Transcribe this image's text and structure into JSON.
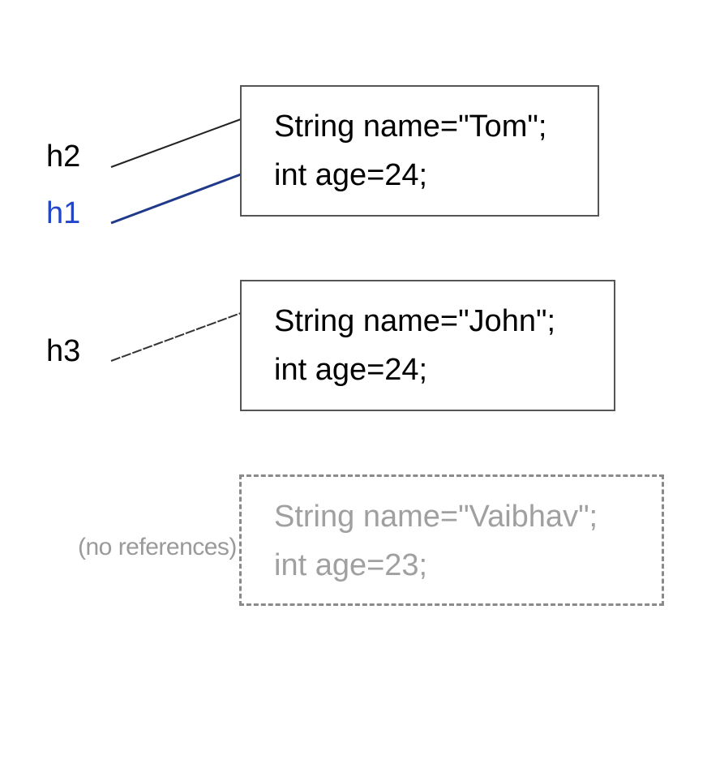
{
  "references": {
    "h2": "h2",
    "h1": "h1",
    "h3": "h3"
  },
  "objects": {
    "tom": {
      "line1": "String name=\"Tom\";",
      "line2": "int age=24;"
    },
    "john": {
      "line1": "String name=\"John\";",
      "line2": "int age=24;"
    },
    "vaibhav": {
      "line1": "String name=\"Vaibhav\";",
      "line2": "int age=23;"
    }
  },
  "orphan_note": "(no references)",
  "colors": {
    "highlight_text": "#2346c8",
    "highlight_line": "#1f3a8a",
    "ref_line": "#222222",
    "orphan": "#9a9a9a"
  }
}
